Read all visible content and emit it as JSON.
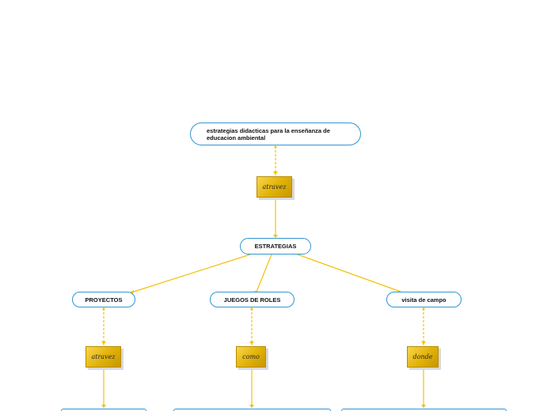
{
  "root": {
    "label": "estrategias didacticas para la enseñanza de educacion ambiental"
  },
  "link_root": {
    "label": "atravez"
  },
  "strategies": {
    "label": "ESTRATEGIAS"
  },
  "branches": [
    {
      "label": "PROYECTOS",
      "link": "atravez"
    },
    {
      "label": "JUEGOS DE ROLES",
      "link": "como"
    },
    {
      "label": "visita de campo",
      "link": "donde"
    }
  ],
  "colors": {
    "node_border": "#2f97d2",
    "connector": "#f2c00e",
    "linker_fill": "#e0b107"
  }
}
